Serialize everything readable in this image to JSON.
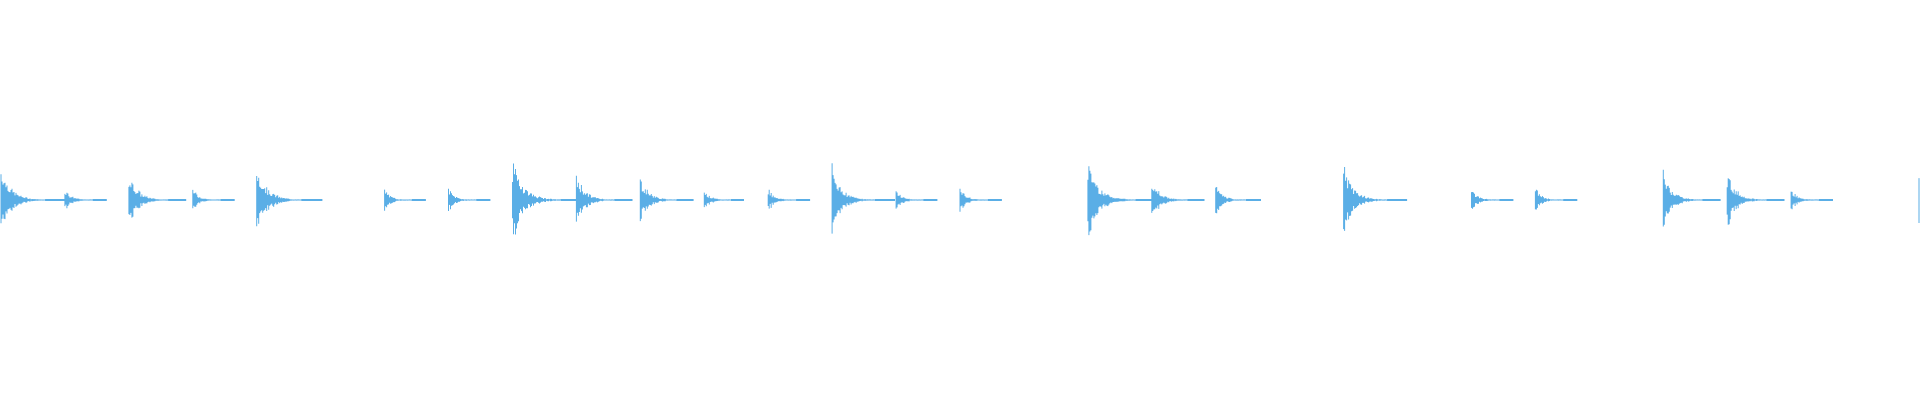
{
  "waveform": {
    "color": "#5aaee6",
    "transients": [
      {
        "t": 0.0,
        "amp": 0.82
      },
      {
        "t": 0.07,
        "amp": 0.28
      },
      {
        "t": 0.14,
        "amp": 0.66
      },
      {
        "t": 0.21,
        "amp": 0.28
      },
      {
        "t": 0.28,
        "amp": 0.84
      },
      {
        "t": 0.35,
        "amp": 0.0
      },
      {
        "t": 0.42,
        "amp": 0.26
      },
      {
        "t": 0.49,
        "amp": 0.28
      },
      {
        "t": 0.56,
        "amp": 0.96
      },
      {
        "t": 0.63,
        "amp": 0.62
      },
      {
        "t": 0.7,
        "amp": 0.56
      },
      {
        "t": 0.77,
        "amp": 0.24
      },
      {
        "t": 0.84,
        "amp": 0.28
      },
      {
        "t": 0.91,
        "amp": 0.78
      },
      {
        "t": 0.98,
        "amp": 0.26
      },
      {
        "t": 1.05,
        "amp": 0.28
      },
      {
        "t": 1.12,
        "amp": 0.0
      },
      {
        "t": 1.19,
        "amp": 0.94
      },
      {
        "t": 1.26,
        "amp": 0.54
      },
      {
        "t": 1.33,
        "amp": 0.36
      },
      {
        "t": 1.4,
        "amp": 0.0
      },
      {
        "t": 1.47,
        "amp": 0.8
      },
      {
        "t": 1.54,
        "amp": 0.0
      },
      {
        "t": 1.61,
        "amp": 0.28
      },
      {
        "t": 1.68,
        "amp": 0.28
      },
      {
        "t": 1.75,
        "amp": 0.0
      },
      {
        "t": 1.82,
        "amp": 0.66
      },
      {
        "t": 1.89,
        "amp": 0.66
      },
      {
        "t": 1.96,
        "amp": 0.28
      },
      {
        "t": 2.03,
        "amp": 0.0
      },
      {
        "t": 2.1,
        "amp": 0.7
      }
    ],
    "duration": 2.1
  }
}
